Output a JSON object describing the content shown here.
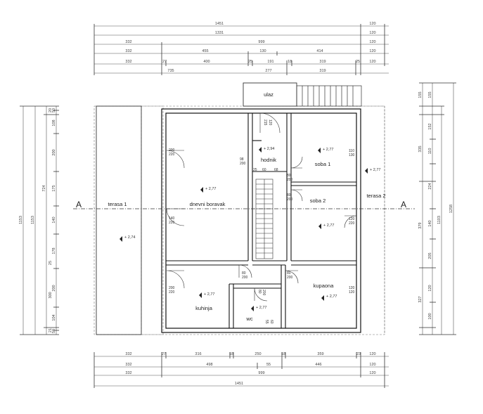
{
  "rooms": {
    "dnevni_boravak": "dnevni boravak",
    "terasa_1": "terasa 1",
    "terasa_2": "terasa 2",
    "hodnik": "hodnik",
    "soba_1": "soba 1",
    "soba_2": "soba 2",
    "kuhinja": "kuhinja",
    "kupaona": "kupaona",
    "wc": "wc",
    "ulaz": "ulaz"
  },
  "section_marks": {
    "left": "A",
    "right": "A"
  },
  "levels": {
    "hodnik": "+ 2,94",
    "dnevni": "+ 2,77",
    "terasa1": "+ 2,74",
    "soba1": "+ 2,77",
    "terasa2": "+ 2,77",
    "soba2": "+ 2,77",
    "kuhinja": "+ 2,77",
    "wc": "+ 2,77",
    "kupaona": "+ 2,77"
  },
  "door_labels": {
    "dnevni_top": [
      "200",
      "220"
    ],
    "dnevni_mid": [
      "140",
      "220"
    ],
    "kuhinja_left": [
      "200",
      "220"
    ],
    "dnevni_hodnik": [
      "98",
      "200"
    ],
    "hodnik_top": [
      "120",
      "215"
    ],
    "soba1_door": [
      "80",
      "200"
    ],
    "soba2_door": [
      "80",
      "200"
    ],
    "soba1_win": [
      "110",
      "130"
    ],
    "soba2_win": [
      "120",
      "220"
    ],
    "kuhinja_door": [
      "80",
      "200"
    ],
    "wc_door": [
      "80",
      "200"
    ],
    "kupaona_door": [
      "80",
      "200"
    ],
    "kupaona_win": [
      "120",
      "120"
    ],
    "wc_win": [
      "55",
      "60"
    ],
    "stair_dims": [
      "25",
      "60",
      "68"
    ]
  },
  "dims_top": [
    {
      "values": [
        "1451",
        "120"
      ]
    },
    {
      "values": [
        "1331",
        "120"
      ]
    },
    {
      "values": [
        "332",
        "999",
        "120"
      ]
    },
    {
      "values": [
        "332",
        "455",
        "130",
        "414",
        "120"
      ]
    },
    {
      "values": [
        "332",
        "27",
        "400",
        "25",
        "191",
        "18",
        "319",
        "25",
        "120"
      ]
    },
    {
      "values": [
        "735",
        "277",
        "319"
      ]
    }
  ],
  "dims_bottom": [
    {
      "values": [
        "332",
        "27",
        "316",
        "18",
        "250",
        "18",
        "359",
        "23",
        "120"
      ]
    },
    {
      "values": [
        "332",
        "498",
        "55",
        "446",
        "120"
      ]
    },
    {
      "values": [
        "332",
        "999",
        "120"
      ]
    },
    {
      "values": [
        "1451"
      ]
    }
  ],
  "dims_left": [
    {
      "values": [
        "1153"
      ]
    },
    {
      "values": [
        "1153"
      ]
    },
    {
      "values": [
        "724"
      ]
    },
    {
      "values": [
        "50",
        "108",
        "200",
        "175",
        "140",
        "178",
        "200",
        "104",
        "50"
      ]
    },
    {
      "values": [
        "20",
        "25",
        "300",
        "21"
      ]
    }
  ],
  "dims_right": [
    {
      "values": [
        "155",
        "335",
        "379",
        "327"
      ]
    },
    {
      "values": [
        "155",
        "152",
        "110",
        "224",
        "140",
        "205",
        "120",
        "100"
      ]
    },
    {
      "values": [
        "1103"
      ]
    },
    {
      "values": [
        "1258"
      ]
    }
  ]
}
